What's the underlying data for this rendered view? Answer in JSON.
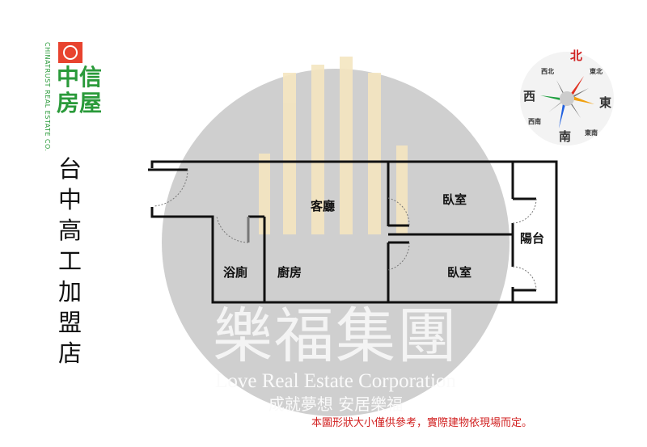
{
  "logo": {
    "chinese": "中信房屋",
    "english": "CHINATRUST REAL ESTATE CO."
  },
  "store_name": "台中高工加盟店",
  "rooms": {
    "living": "客廳",
    "bedroom1": "臥室",
    "bedroom2": "臥室",
    "balcony": "陽台",
    "bathroom": "浴廁",
    "kitchen": "廚房"
  },
  "watermark": {
    "brand": "樂福集團",
    "english": "Love Real Estate Corporation",
    "slogan": "成就夢想 安居樂福"
  },
  "compass": {
    "n": "北",
    "ne": "東北",
    "e": "東",
    "se": "東南",
    "s": "南",
    "sw": "西南",
    "w": "西",
    "nw": "西北"
  },
  "note": "本圖形狀大小僅供參考，實際建物依現場而定。",
  "colors": {
    "logo_green": "#2a9a3a",
    "logo_red": "#e8432f",
    "note_red": "#d12020"
  }
}
